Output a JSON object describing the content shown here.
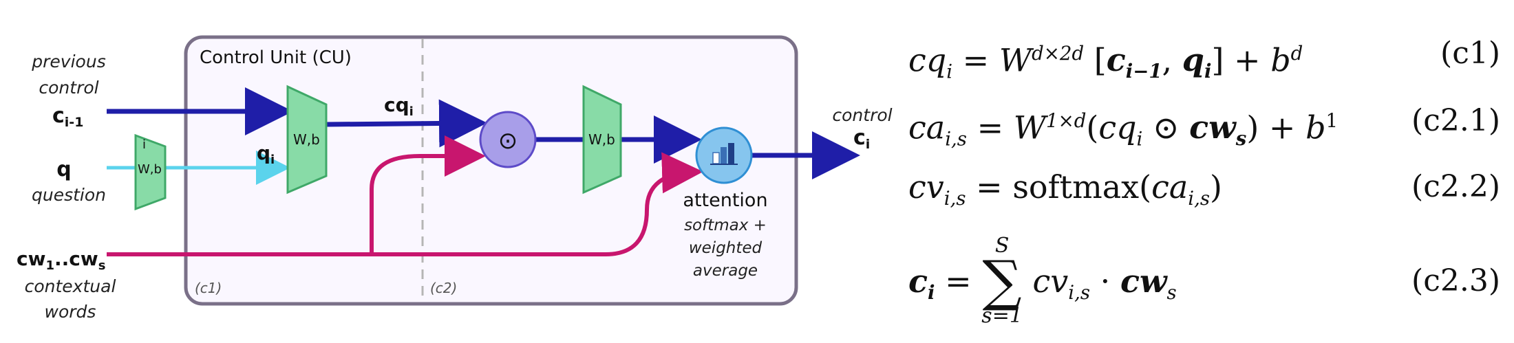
{
  "cu_box": {
    "title": "Control Unit (CU)",
    "label_c1": "(c1)",
    "label_c2": "(c2)"
  },
  "inputs": {
    "prev_control_line1": "previous",
    "prev_control_line2": "control",
    "prev_symbol": "c",
    "prev_subscript": "i-1",
    "question_symbol": "q",
    "question_label": "question",
    "cw_symbol_a": "cw",
    "cw_sub_a": "1",
    "cw_dots": "..",
    "cw_symbol_b": "cw",
    "cw_sub_b": "s",
    "cw_label_line1": "contextual",
    "cw_label_line2": "words"
  },
  "blocks": {
    "question_proj_top": "i",
    "question_proj_label": "W,b",
    "concat_label": "W,b",
    "attn_proj_label": "W,b",
    "qi_symbol": "q",
    "qi_subscript": "i",
    "cqi_symbol": "cq",
    "cqi_subscript": "i",
    "odot_symbol": "⊙"
  },
  "attention": {
    "title": "attention",
    "desc_line1": "softmax +",
    "desc_line2": "weighted",
    "desc_line3": "average",
    "icon": "bar-chart-icon"
  },
  "output": {
    "label": "control",
    "symbol": "c",
    "subscript": "i"
  },
  "colors": {
    "navy": "#1f1ea8",
    "cyan": "#5bd3ec",
    "magenta": "#c8166e",
    "green_fill": "#88dba7",
    "green_stroke": "#3fa868",
    "purple_fill": "#a89ee9",
    "purple_stroke": "#5d4bc8",
    "blue_fill": "#86c5ee",
    "blue_stroke": "#2f8fd4",
    "cu_fill": "#faf7ff",
    "cu_stroke": "#7a7088"
  },
  "equations": {
    "c1_tag": "(c1)",
    "c21_tag": "(c2.1)",
    "c22_tag": "(c2.2)",
    "c23_tag": "(c2.3)",
    "softmax_word": "softmax",
    "sum_upper": "S",
    "sum_lower": "s=1"
  }
}
